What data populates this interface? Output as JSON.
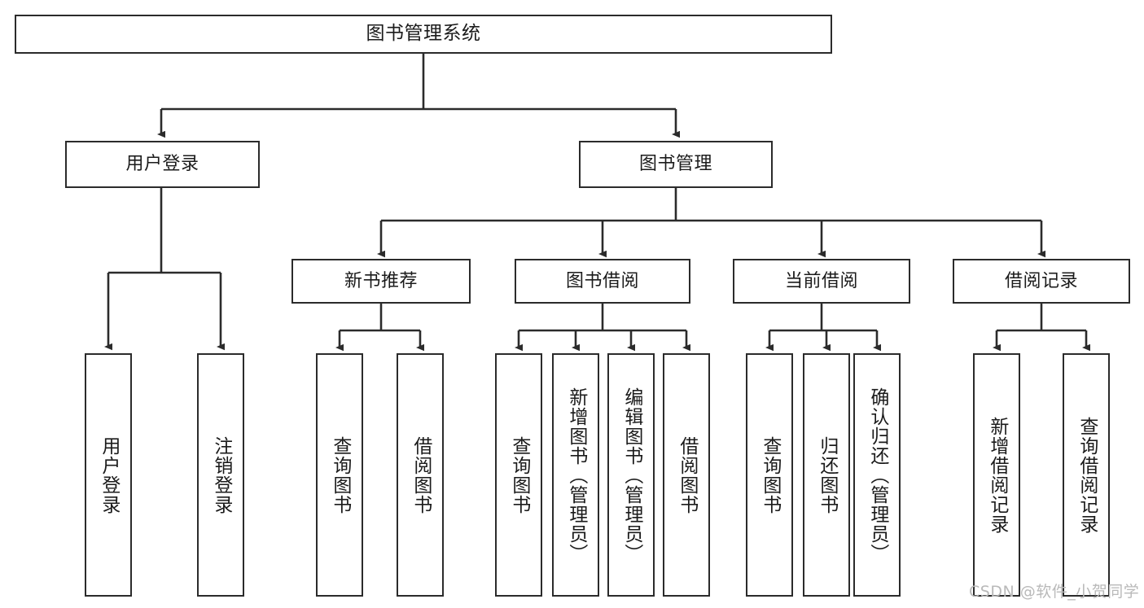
{
  "diagram": {
    "type": "tree-hierarchy",
    "title": "图书管理系统",
    "nodes": {
      "root": {
        "label": "图书管理系统"
      },
      "level2": [
        {
          "id": "user-login",
          "label": "用户登录"
        },
        {
          "id": "book-management",
          "label": "图书管理"
        }
      ],
      "level3": [
        {
          "id": "new-book-recommend",
          "label": "新书推荐"
        },
        {
          "id": "book-borrow",
          "label": "图书借阅"
        },
        {
          "id": "current-borrow",
          "label": "当前借阅"
        },
        {
          "id": "borrow-record",
          "label": "借阅记录"
        }
      ],
      "leaves": {
        "user_login": [
          {
            "id": "leaf-user-login",
            "label": "用户登录"
          },
          {
            "id": "leaf-logout-login",
            "label": "注销登录"
          }
        ],
        "new_book_recommend": [
          {
            "id": "leaf-query-book-1",
            "label": "查询图书"
          },
          {
            "id": "leaf-borrow-book-1",
            "label": "借阅图书"
          }
        ],
        "book_borrow": [
          {
            "id": "leaf-query-book-2",
            "label": "查询图书"
          },
          {
            "id": "leaf-add-book",
            "label": "新增图书（管理员）"
          },
          {
            "id": "leaf-edit-book",
            "label": "编辑图书（管理员）"
          },
          {
            "id": "leaf-borrow-book-2",
            "label": "借阅图书"
          }
        ],
        "current_borrow": [
          {
            "id": "leaf-query-book-3",
            "label": "查询图书"
          },
          {
            "id": "leaf-return-book",
            "label": "归还图书"
          },
          {
            "id": "leaf-confirm-return",
            "label": "确认归还（管理员）"
          }
        ],
        "borrow_record": [
          {
            "id": "leaf-add-record",
            "label": "新增借阅记录"
          },
          {
            "id": "leaf-query-record",
            "label": "查询借阅记录"
          }
        ]
      }
    },
    "colors": {
      "stroke": "#2b2b2b",
      "fill": "#ffffff",
      "text": "#1b1b1b",
      "watermark": "#b9b9b9"
    }
  },
  "watermark": {
    "text": "CSDN @软件_小贺同学"
  }
}
